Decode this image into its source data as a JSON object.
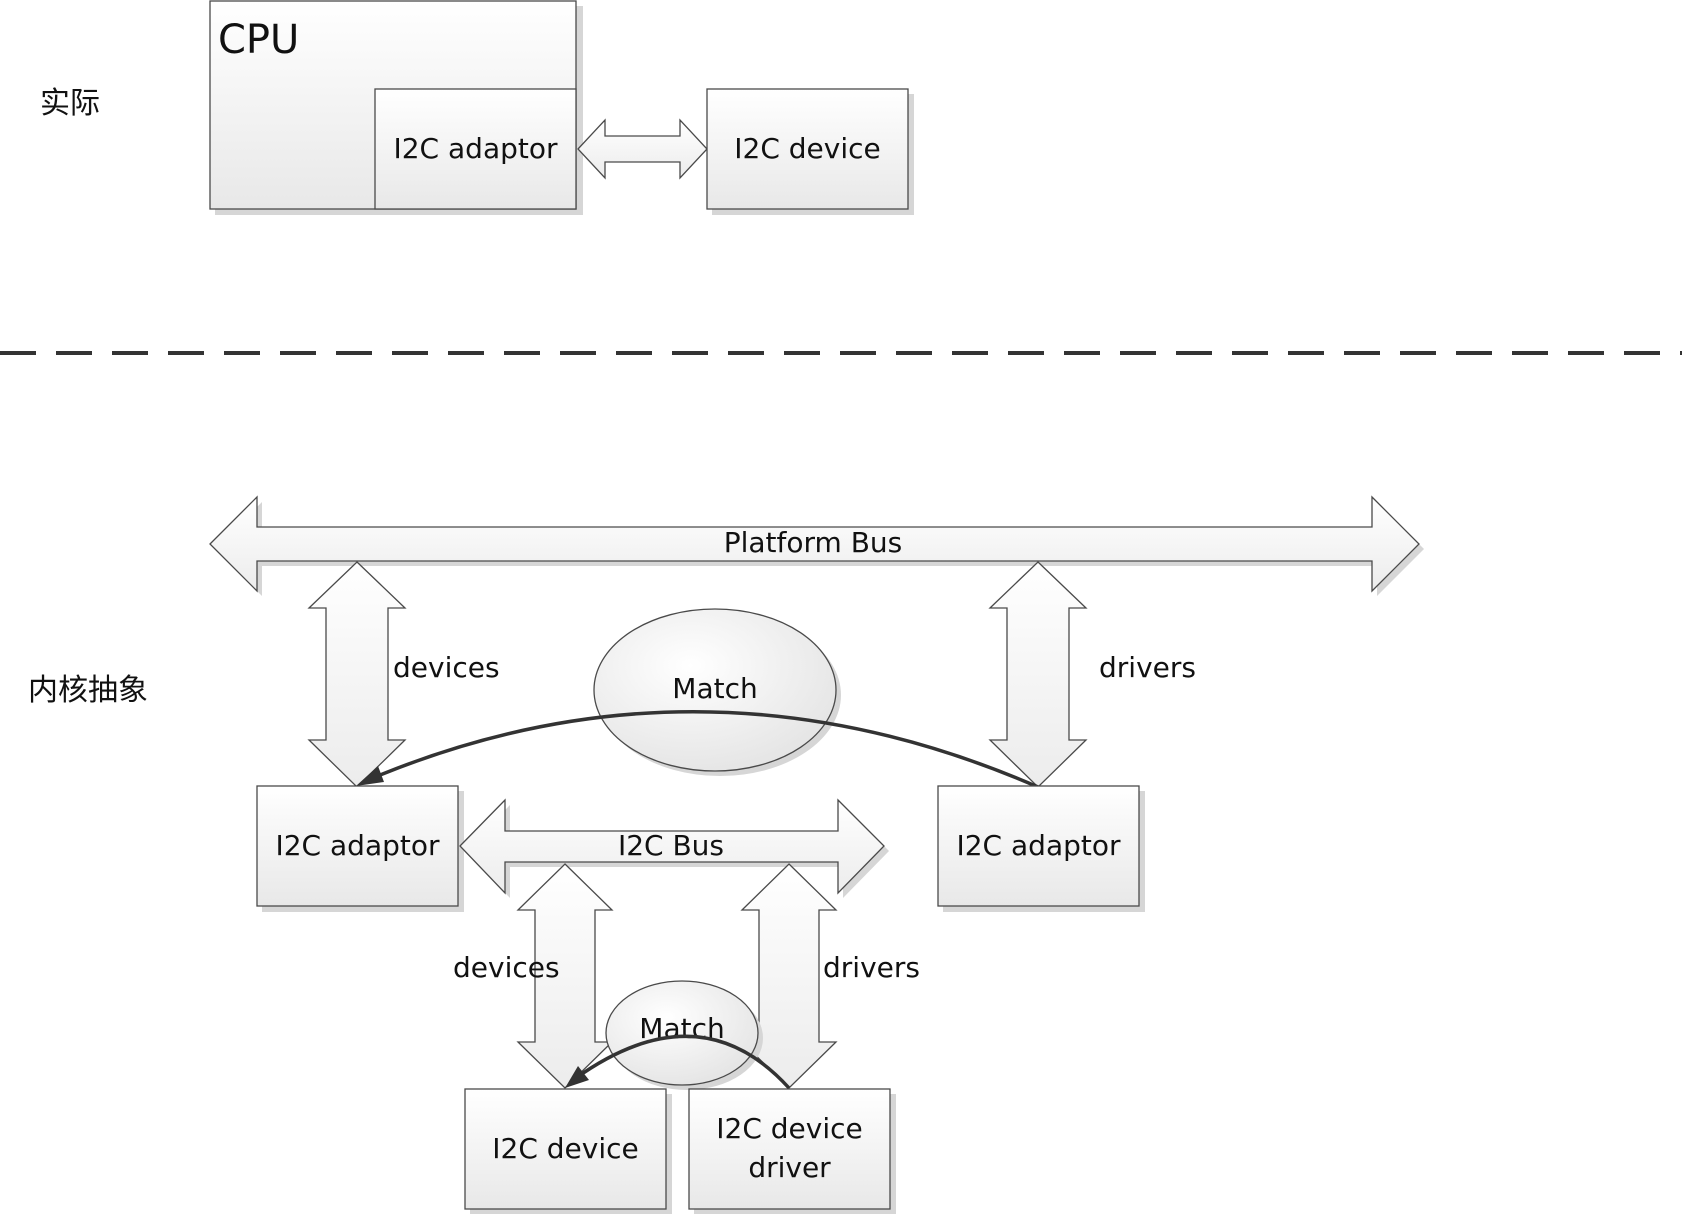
{
  "labels": {
    "section_actual": "实际",
    "section_kernel": "内核抽象",
    "cpu": "CPU",
    "top_adaptor": "I2C adaptor",
    "top_device": "I2C device",
    "platform_bus": "Platform Bus",
    "platform_devices": "devices",
    "platform_drivers": "drivers",
    "platform_match": "Match",
    "left_adaptor": "I2C adaptor",
    "right_adaptor": "I2C adaptor",
    "i2c_bus": "I2C Bus",
    "i2c_devices": "devices",
    "i2c_drivers": "drivers",
    "i2c_match": "Match",
    "bottom_device": "I2C device",
    "driver_line1": "I2C device",
    "driver_line2": "driver"
  },
  "colors": {
    "stroke": "#4a4a4a",
    "fill_light": "#ffffff",
    "fill_dark": "#e6e6e6"
  }
}
